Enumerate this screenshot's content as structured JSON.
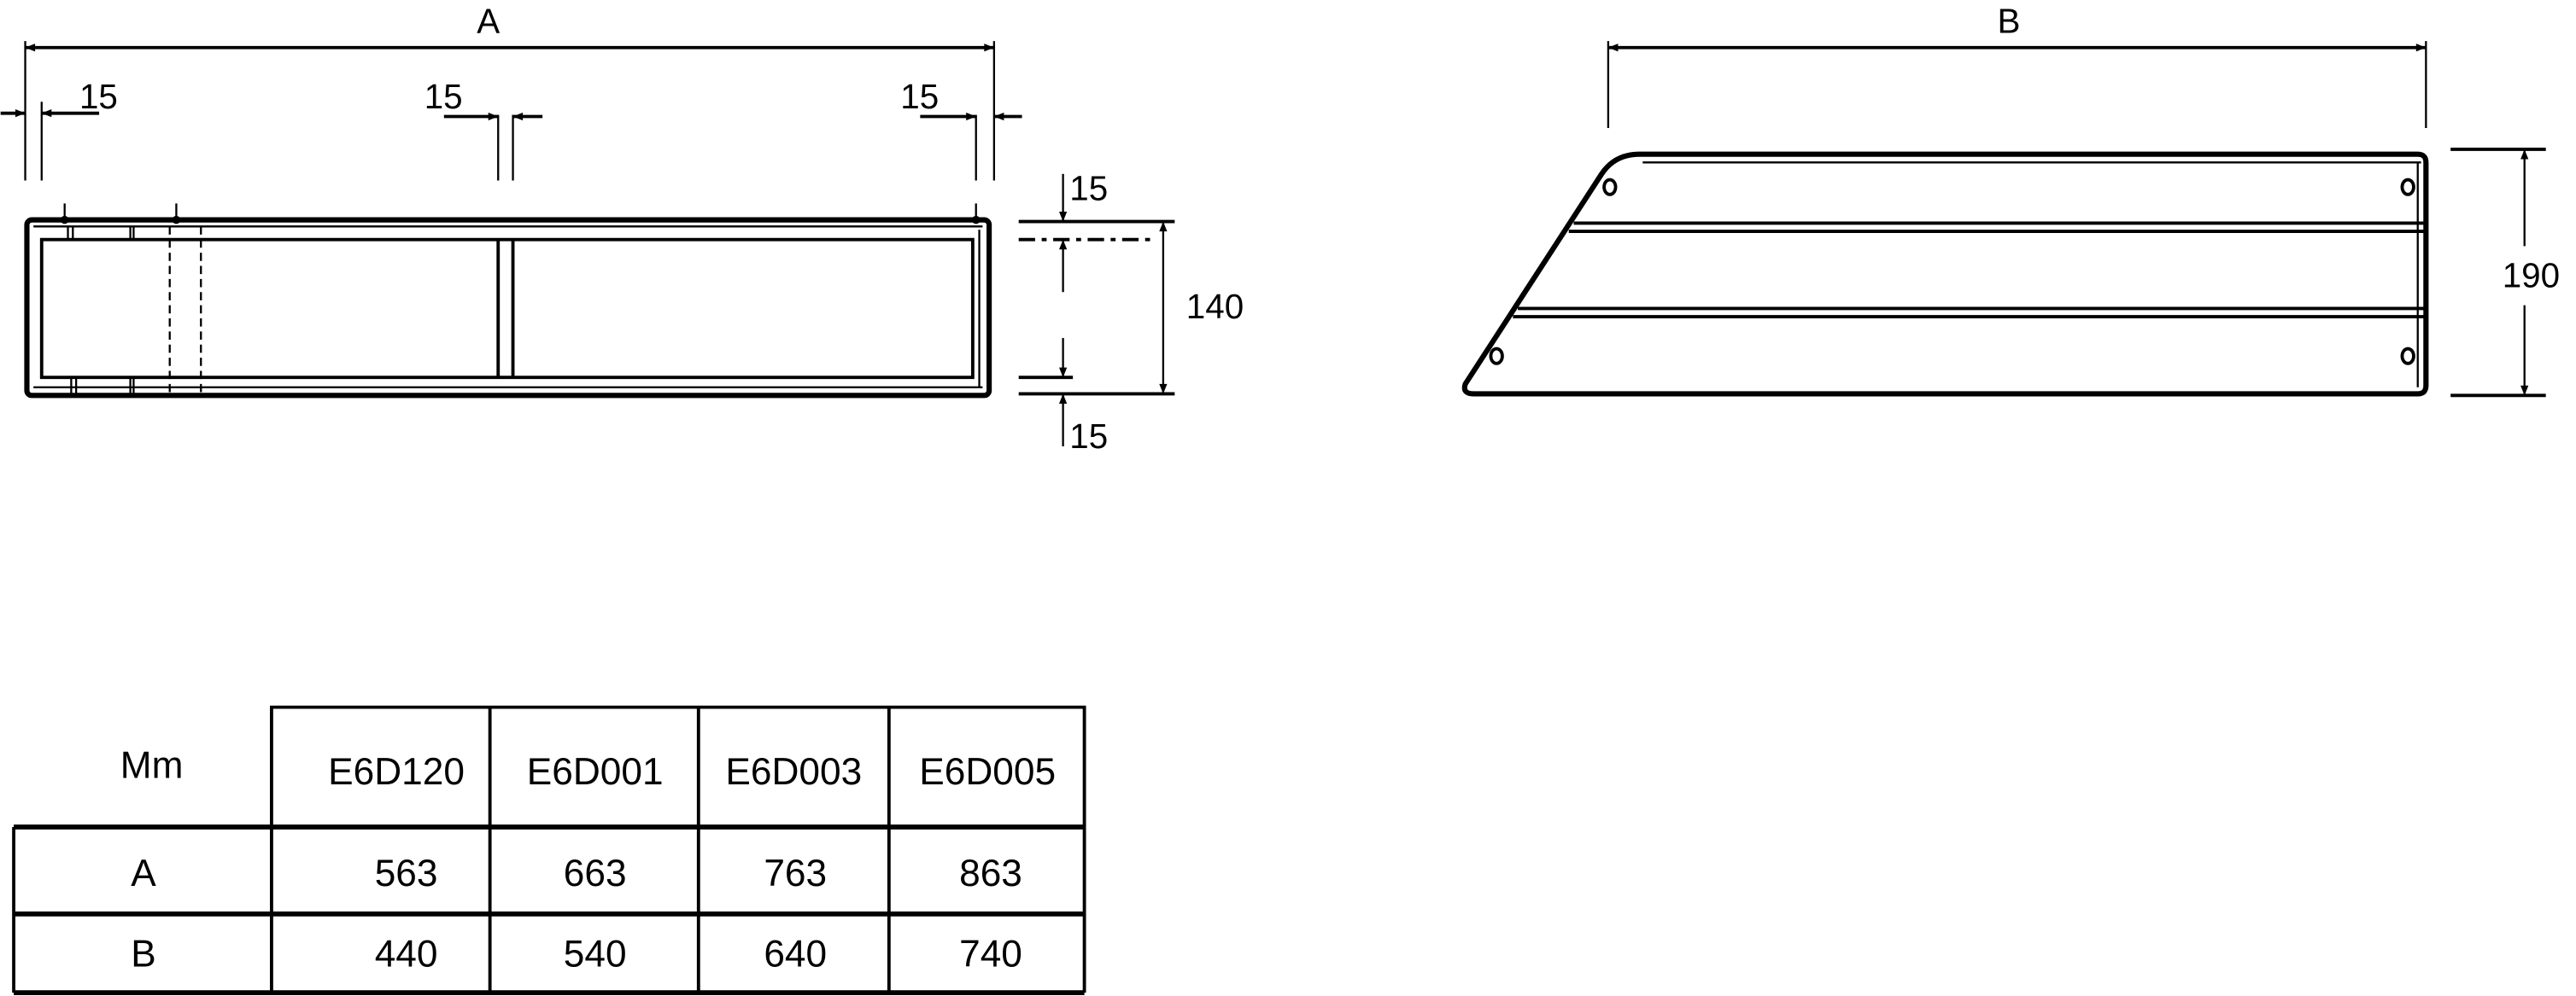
{
  "front_view": {
    "dim_width_label": "A",
    "dim_left_gap": "15",
    "dim_middle_gap": "15",
    "dim_right_gap": "15",
    "dim_height": "140",
    "dim_top_rail": "15",
    "dim_bottom_rail": "15"
  },
  "side_view": {
    "dim_width_label": "B",
    "dim_height": "190"
  },
  "table": {
    "unit_header": "Mm",
    "columns": [
      "E6D120",
      "E6D001",
      "E6D003",
      "E6D005"
    ],
    "rows": [
      {
        "label": "A",
        "values": [
          "563",
          "663",
          "763",
          "863"
        ]
      },
      {
        "label": "B",
        "values": [
          "440",
          "540",
          "640",
          "740"
        ]
      }
    ]
  }
}
